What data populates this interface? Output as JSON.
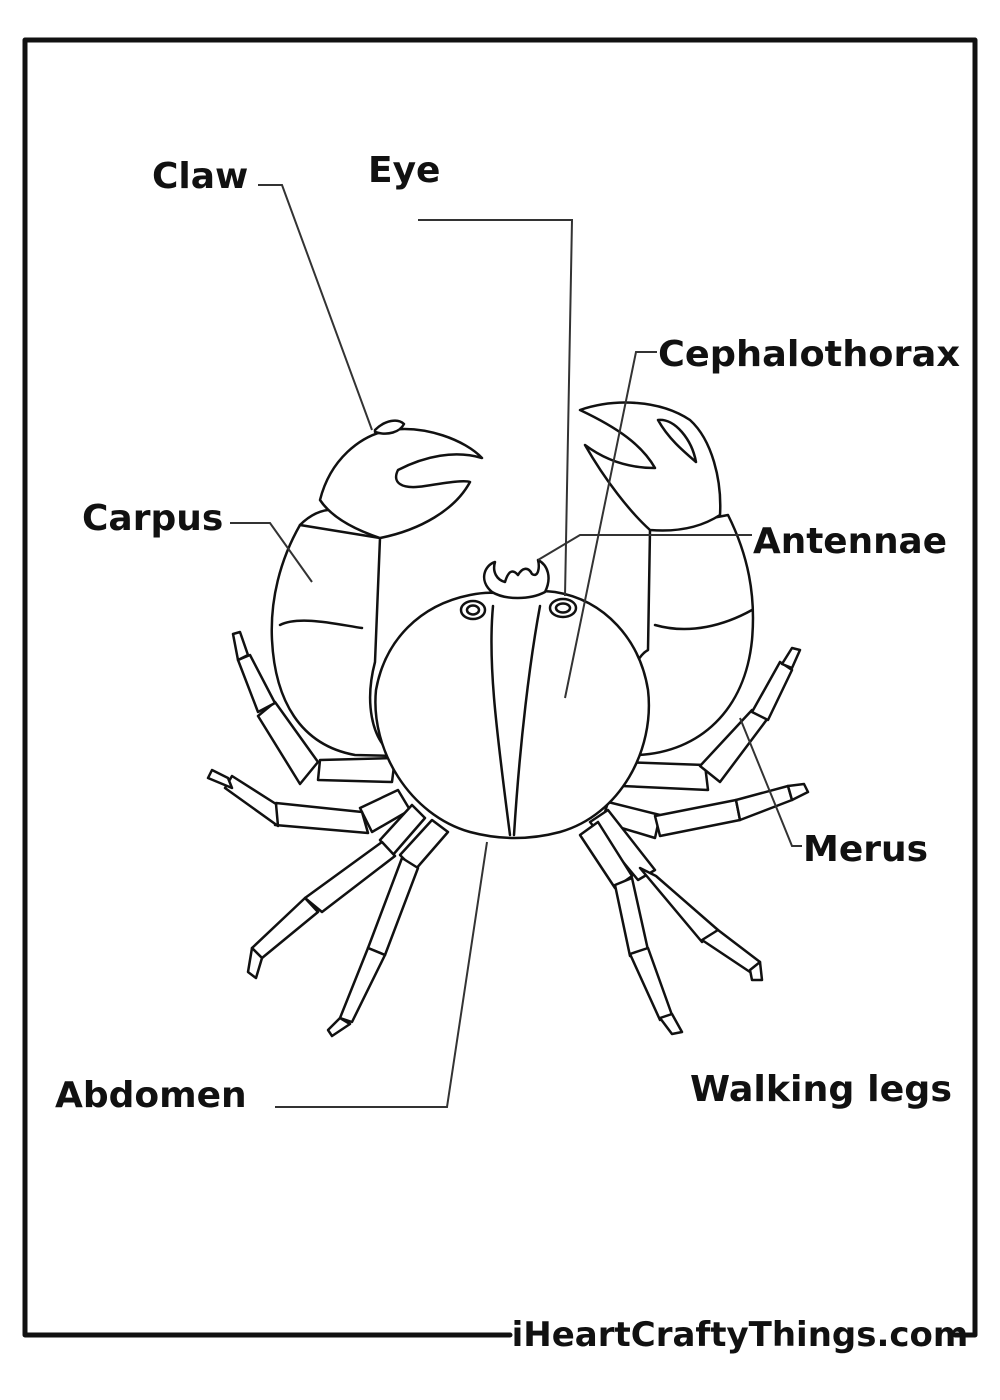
{
  "labels": {
    "claw": "Claw",
    "eye": "Eye",
    "cephalothorax": "Cephalothorax",
    "carpus": "Carpus",
    "antennae": "Antennae",
    "merus": "Merus",
    "abdomen": "Abdomen",
    "walking_legs": "Walking legs"
  },
  "footer": {
    "site": "iHeartCraftyThings.com"
  },
  "colors": {
    "ink": "#111111",
    "paper": "#ffffff"
  }
}
